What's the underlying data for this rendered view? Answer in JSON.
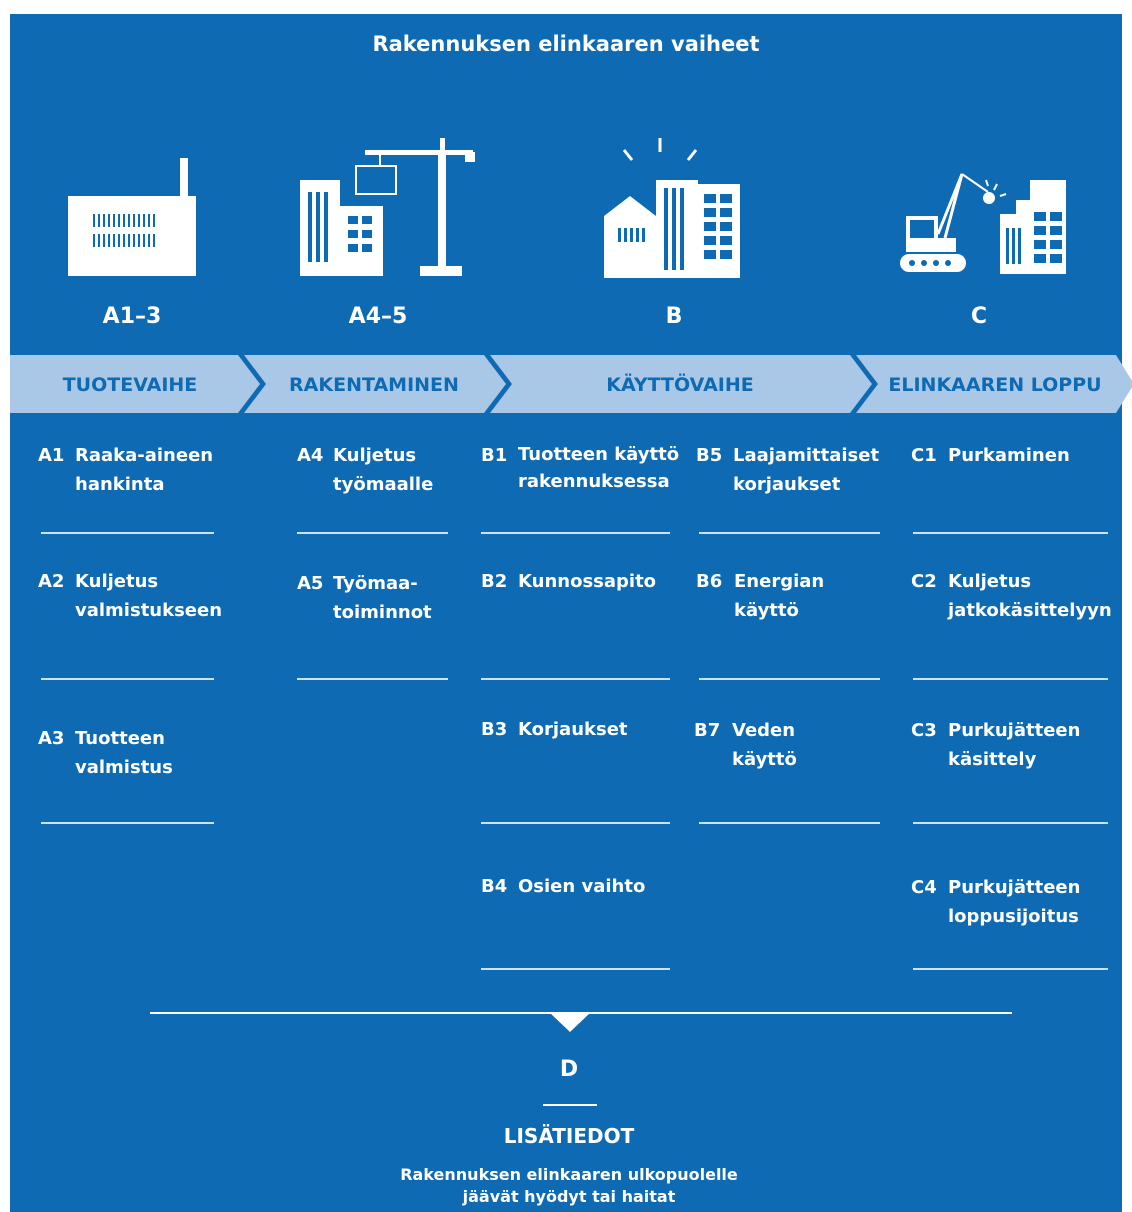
{
  "title": "Rakennuksen elinkaaren vaiheet",
  "colors": {
    "background": "#0e6ab2",
    "band": "#a9c8e8",
    "band_text": "#0e6ab2",
    "text": "#ffffff"
  },
  "stages": [
    {
      "code": "A1–3",
      "name": "TUOTEVAIHE",
      "icon": "factory-icon"
    },
    {
      "code": "A4–5",
      "name": "RAKENTAMINEN",
      "icon": "crane-building-icon"
    },
    {
      "code": "B",
      "name": "KÄYTTÖVAIHE",
      "icon": "buildings-icon"
    },
    {
      "code": "C",
      "name": "ELINKAAREN LOPPU",
      "icon": "demolition-icon"
    }
  ],
  "modules": {
    "a1": {
      "code": "A1",
      "label": "Raaka-aineen\nhankinta"
    },
    "a2": {
      "code": "A2",
      "label": "Kuljetus\nvalmistukseen"
    },
    "a3": {
      "code": "A3",
      "label": "Tuotteen\nvalmistus"
    },
    "a4": {
      "code": "A4",
      "label": "Kuljetus\ntyömaalle"
    },
    "a5": {
      "code": "A5",
      "label": "Työmaa-\ntoiminnot"
    },
    "b1": {
      "code": "B1",
      "label": "Tuotteen käyttö\nrakennuksessa"
    },
    "b2": {
      "code": "B2",
      "label": "Kunnossapito"
    },
    "b3": {
      "code": "B3",
      "label": "Korjaukset"
    },
    "b4": {
      "code": "B4",
      "label": "Osien vaihto"
    },
    "b5": {
      "code": "B5",
      "label": "Laajamittaiset\nkorjaukset"
    },
    "b6": {
      "code": "B6",
      "label": "Energian\nkäyttö"
    },
    "b7": {
      "code": "B7",
      "label": "Veden\nkäyttö"
    },
    "c1": {
      "code": "C1",
      "label": "Purkaminen"
    },
    "c2": {
      "code": "C2",
      "label": "Kuljetus\njatkokäsittelyyn"
    },
    "c3": {
      "code": "C3",
      "label": "Purkujätteen\nkäsittely"
    },
    "c4": {
      "code": "C4",
      "label": "Purkujätteen\nloppusijoitus"
    }
  },
  "extra": {
    "code": "D",
    "name": "LISÄTIEDOT",
    "description": "Rakennuksen elinkaaren ulkopuolelle\njäävät hyödyt tai haitat"
  }
}
